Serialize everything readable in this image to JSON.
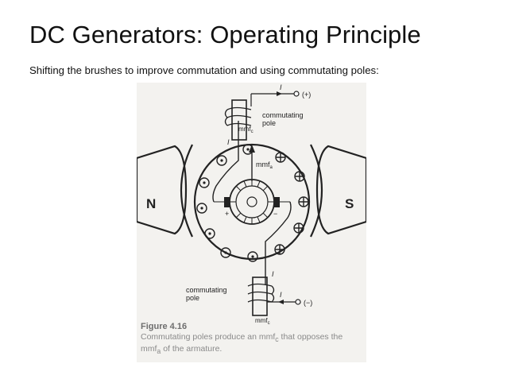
{
  "slide": {
    "title": "DC Generators: Operating Principle",
    "subtitle": "Shifting the brushes to improve commutation and using commutating poles:"
  },
  "figure": {
    "labels": {
      "pole_n": "N",
      "pole_s": "S",
      "current_top": "I",
      "current_left": "I",
      "current_right_bottom": "I",
      "current_bottom": "I",
      "terminal_plus": "(+)",
      "terminal_minus": "(−)",
      "commutating_pole_top": "commutating",
      "commutating_pole_top_2": "pole",
      "commutating_pole_bottom": "commutating",
      "commutating_pole_bottom_2": "pole",
      "mmf_c_top": "mmf",
      "mmf_c_bottom": "mmf",
      "mmf_a": "mmf",
      "sub_c": "c",
      "sub_a": "a",
      "brush_plus": "+",
      "brush_minus": "−"
    },
    "caption": {
      "number": "Figure 4.16",
      "text": "Commutating poles produce an mmf",
      "sub": "c",
      "text2": " that opposes the mmf",
      "sub2": "a",
      "text3": " of the armature."
    }
  }
}
